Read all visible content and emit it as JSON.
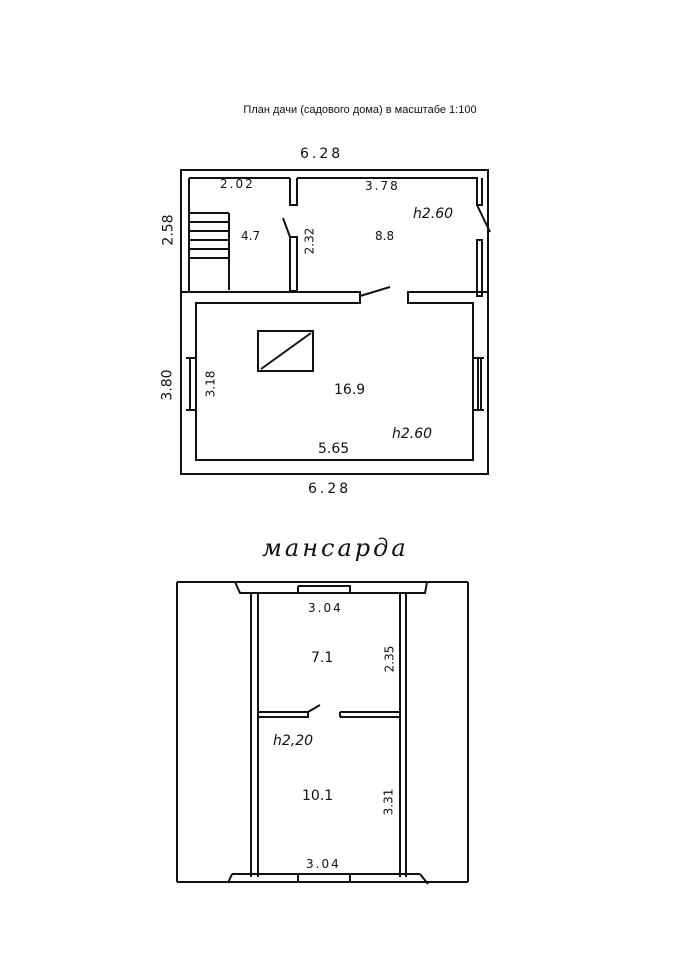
{
  "title": "План дачи (садового дома) в масштабе 1:100",
  "ground_floor": {
    "outer_width_top": "6.28",
    "outer_width_bottom": "6.28",
    "left_height_top": "2.58",
    "left_height_bottom": "3.80",
    "rooms": [
      {
        "name": "stair-room",
        "area": "4.7",
        "width": "2.02",
        "depth": "2.32"
      },
      {
        "name": "room-2",
        "area": "8.8",
        "width": "3.78",
        "height": "h2.60"
      },
      {
        "name": "main-room",
        "area": "16.9",
        "width": "5.65",
        "depth": "3.18",
        "height": "h2.60"
      }
    ]
  },
  "attic": {
    "label": "мансарда",
    "rooms": [
      {
        "name": "attic-room-1",
        "area": "7.1",
        "width": "3.04",
        "depth": "2.35"
      },
      {
        "name": "attic-room-2",
        "area": "10.1",
        "width": "3.04",
        "depth": "3.31",
        "height": "h2,20"
      }
    ]
  }
}
